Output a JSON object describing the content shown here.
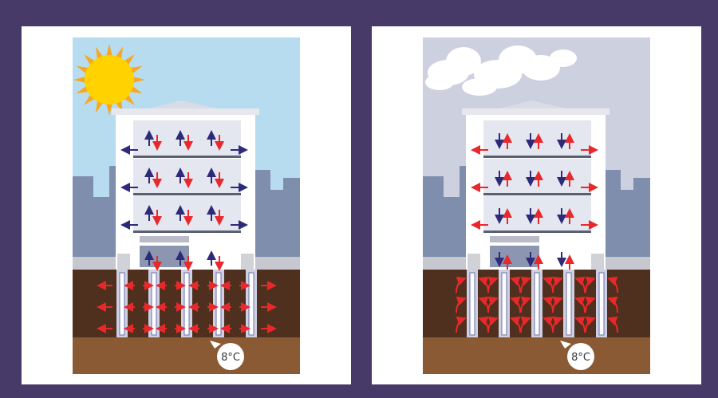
{
  "panels": [
    {
      "id": "summer",
      "season_scene": "sun",
      "heat_flow": "building-to-ground",
      "ground_temperature": "8°C"
    },
    {
      "id": "winter",
      "season_scene": "clouds",
      "heat_flow": "ground-to-building",
      "ground_temperature": "8°C"
    }
  ],
  "colors": {
    "background": "#473a68",
    "sky_summer": "#b7dcef",
    "sky_winter": "#cdd0df",
    "sun": "#ffd200",
    "sun_rays": "#f7a823",
    "city_skyline": "#7f8eac",
    "building": "#ffffff",
    "soil_dark": "#4f2f1d",
    "soil_light": "#8a5a35",
    "heat_arrow": "#e8282b",
    "cool_arrow": "#2e2a7a",
    "pile": "#cfd0e4"
  }
}
